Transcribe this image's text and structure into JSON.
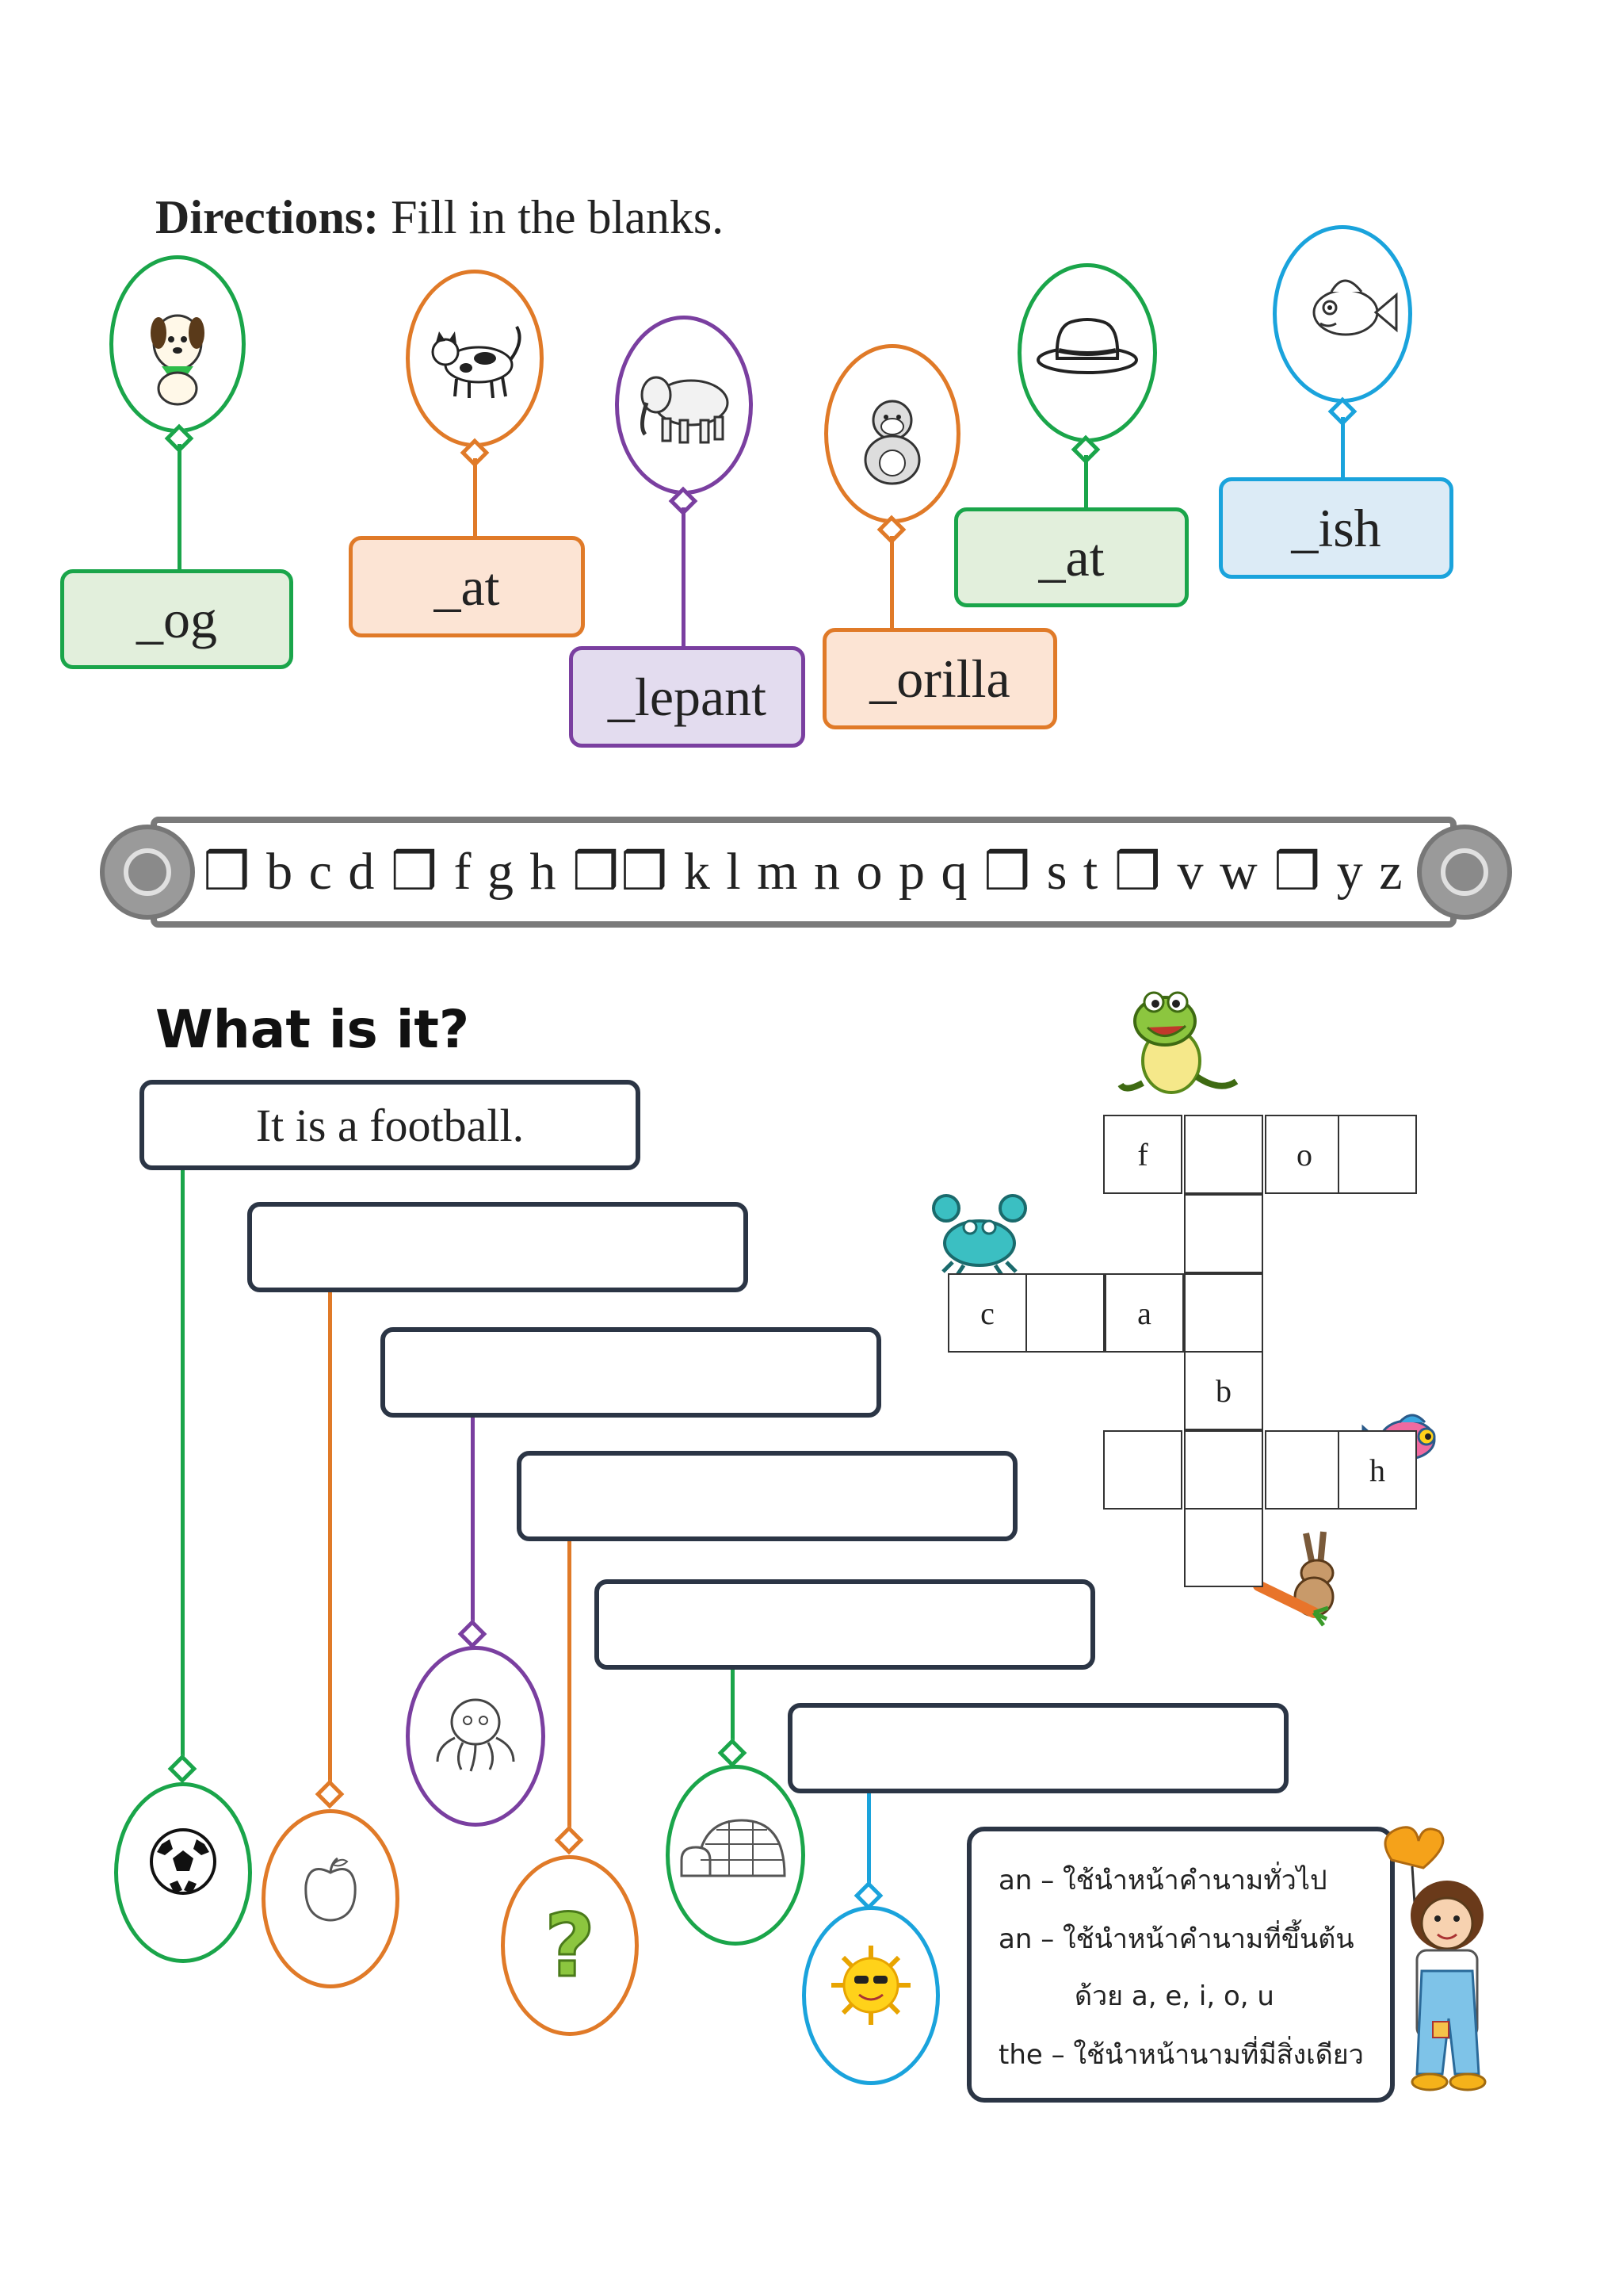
{
  "directions": {
    "label": "Directions:",
    "text": "Fill in the blanks."
  },
  "balloons_top": [
    {
      "icon": "dog-icon",
      "word": "_og",
      "color": "#1aa54a",
      "fill": "#e2efdc"
    },
    {
      "icon": "cat-icon",
      "word": "_at",
      "color": "#e07a28",
      "fill": "#fce4d4"
    },
    {
      "icon": "elephant-icon",
      "word": "_lepant",
      "color": "#7a3fa0",
      "fill": "#e3dcef"
    },
    {
      "icon": "gorilla-icon",
      "word": "_orilla",
      "color": "#e07a28",
      "fill": "#fce4d4"
    },
    {
      "icon": "hat-icon",
      "word": "_at",
      "color": "#1aa54a",
      "fill": "#e2efdc"
    },
    {
      "icon": "fish-icon",
      "word": "_ish",
      "color": "#1aa3dc",
      "fill": "#dcebf6"
    }
  ],
  "alphabet": {
    "blank": "❒",
    "groups": [
      "b c d",
      "f g h",
      "k l m n o p q",
      "s t",
      "v w",
      "y z"
    ]
  },
  "what_is_it": {
    "title": "What is it?",
    "answers": [
      "It is a football.",
      "",
      "",
      "",
      "",
      ""
    ],
    "pictures": [
      {
        "icon": "football-icon",
        "color": "#1aa54a"
      },
      {
        "icon": "apple-icon",
        "color": "#e07a28"
      },
      {
        "icon": "octopus-icon",
        "color": "#7a3fa0"
      },
      {
        "icon": "question-mark-icon",
        "color": "#e07a28",
        "glyph": "?"
      },
      {
        "icon": "igloo-icon",
        "color": "#1aa54a"
      },
      {
        "icon": "sun-icon",
        "color": "#1aa3dc"
      }
    ]
  },
  "crossword": {
    "letters": {
      "f": "f",
      "o": "o",
      "c": "c",
      "a": "a",
      "b": "b",
      "h": "h"
    }
  },
  "note": {
    "line1": "an – ใช้นำหน้าคำนามทั่วไป",
    "line2": "an – ใช้นำหน้าคำนามที่ขึ้นต้น",
    "line3": "ด้วย a, e, i, o, u",
    "line4": "the – ใช้นำหน้านามที่มีสิ่งเดียว"
  }
}
